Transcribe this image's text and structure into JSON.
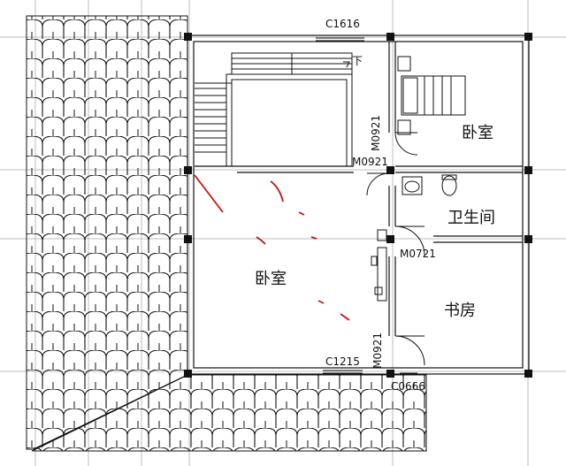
{
  "rooms": {
    "bedroom_upper_right": "卧室",
    "bathroom": "卫生间",
    "bedroom_main": "卧室",
    "study": "书房"
  },
  "openings": {
    "window_top": "C1616",
    "window_bottom": "C1215",
    "door_bedroom_right": "M0921",
    "door_stair_hall": "M0921",
    "door_bathroom": "M0721",
    "door_study": "M0921",
    "window_corner": "C0666"
  },
  "stair_direction": "下",
  "colors": {
    "line": "#111111",
    "grid": "#bbbbbb",
    "annotation": "#cc1111"
  }
}
